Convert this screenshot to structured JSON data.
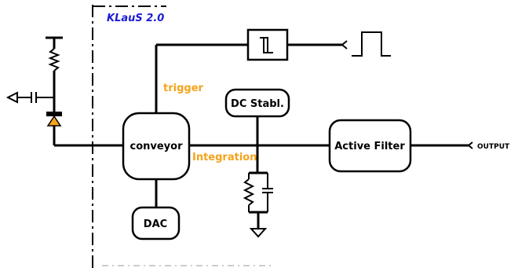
{
  "title": "KLauS 2.0",
  "blocks": {
    "conveyor": "conveyor",
    "dac": "DAC",
    "dc_stabl": "DC Stabl.",
    "active_filter": "Active Filter"
  },
  "signals": {
    "trigger": "trigger",
    "integration": "Integration",
    "output": "OUTPUT"
  },
  "colors": {
    "title": "#1a1ad6",
    "signal": "#f5a31a",
    "diode": "#f5a31a",
    "line": "#000000"
  }
}
